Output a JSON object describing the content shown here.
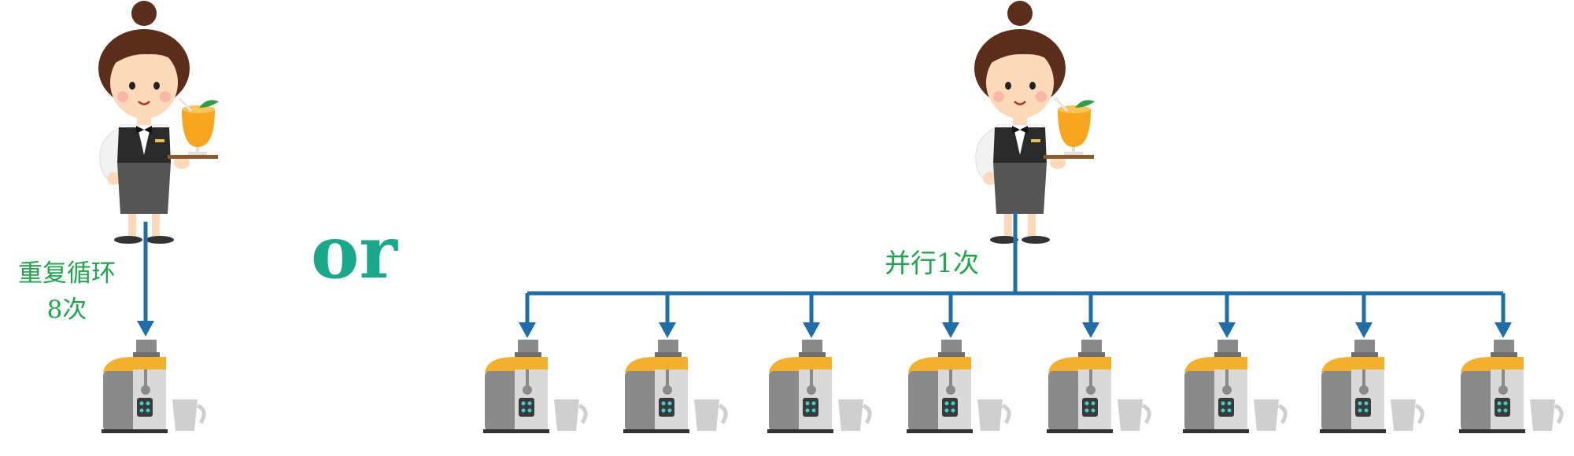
{
  "labels": {
    "left_line1": "重复循环",
    "left_line2": "8次",
    "or": "or",
    "right": "并行1次"
  },
  "colors": {
    "arrow": "#1f6ea8",
    "label_green": "#1aa84a",
    "or_teal": "#19a98a",
    "juicer_orange": "#f3b02c",
    "juicer_gray": "#8a8a8a",
    "vest": "#2b2b2b",
    "skirt": "#555555",
    "hair": "#5a2e1a",
    "juice": "#f6a51c"
  },
  "icons": {
    "waitress": "waitress-icon",
    "juicer": "juicer-icon"
  }
}
